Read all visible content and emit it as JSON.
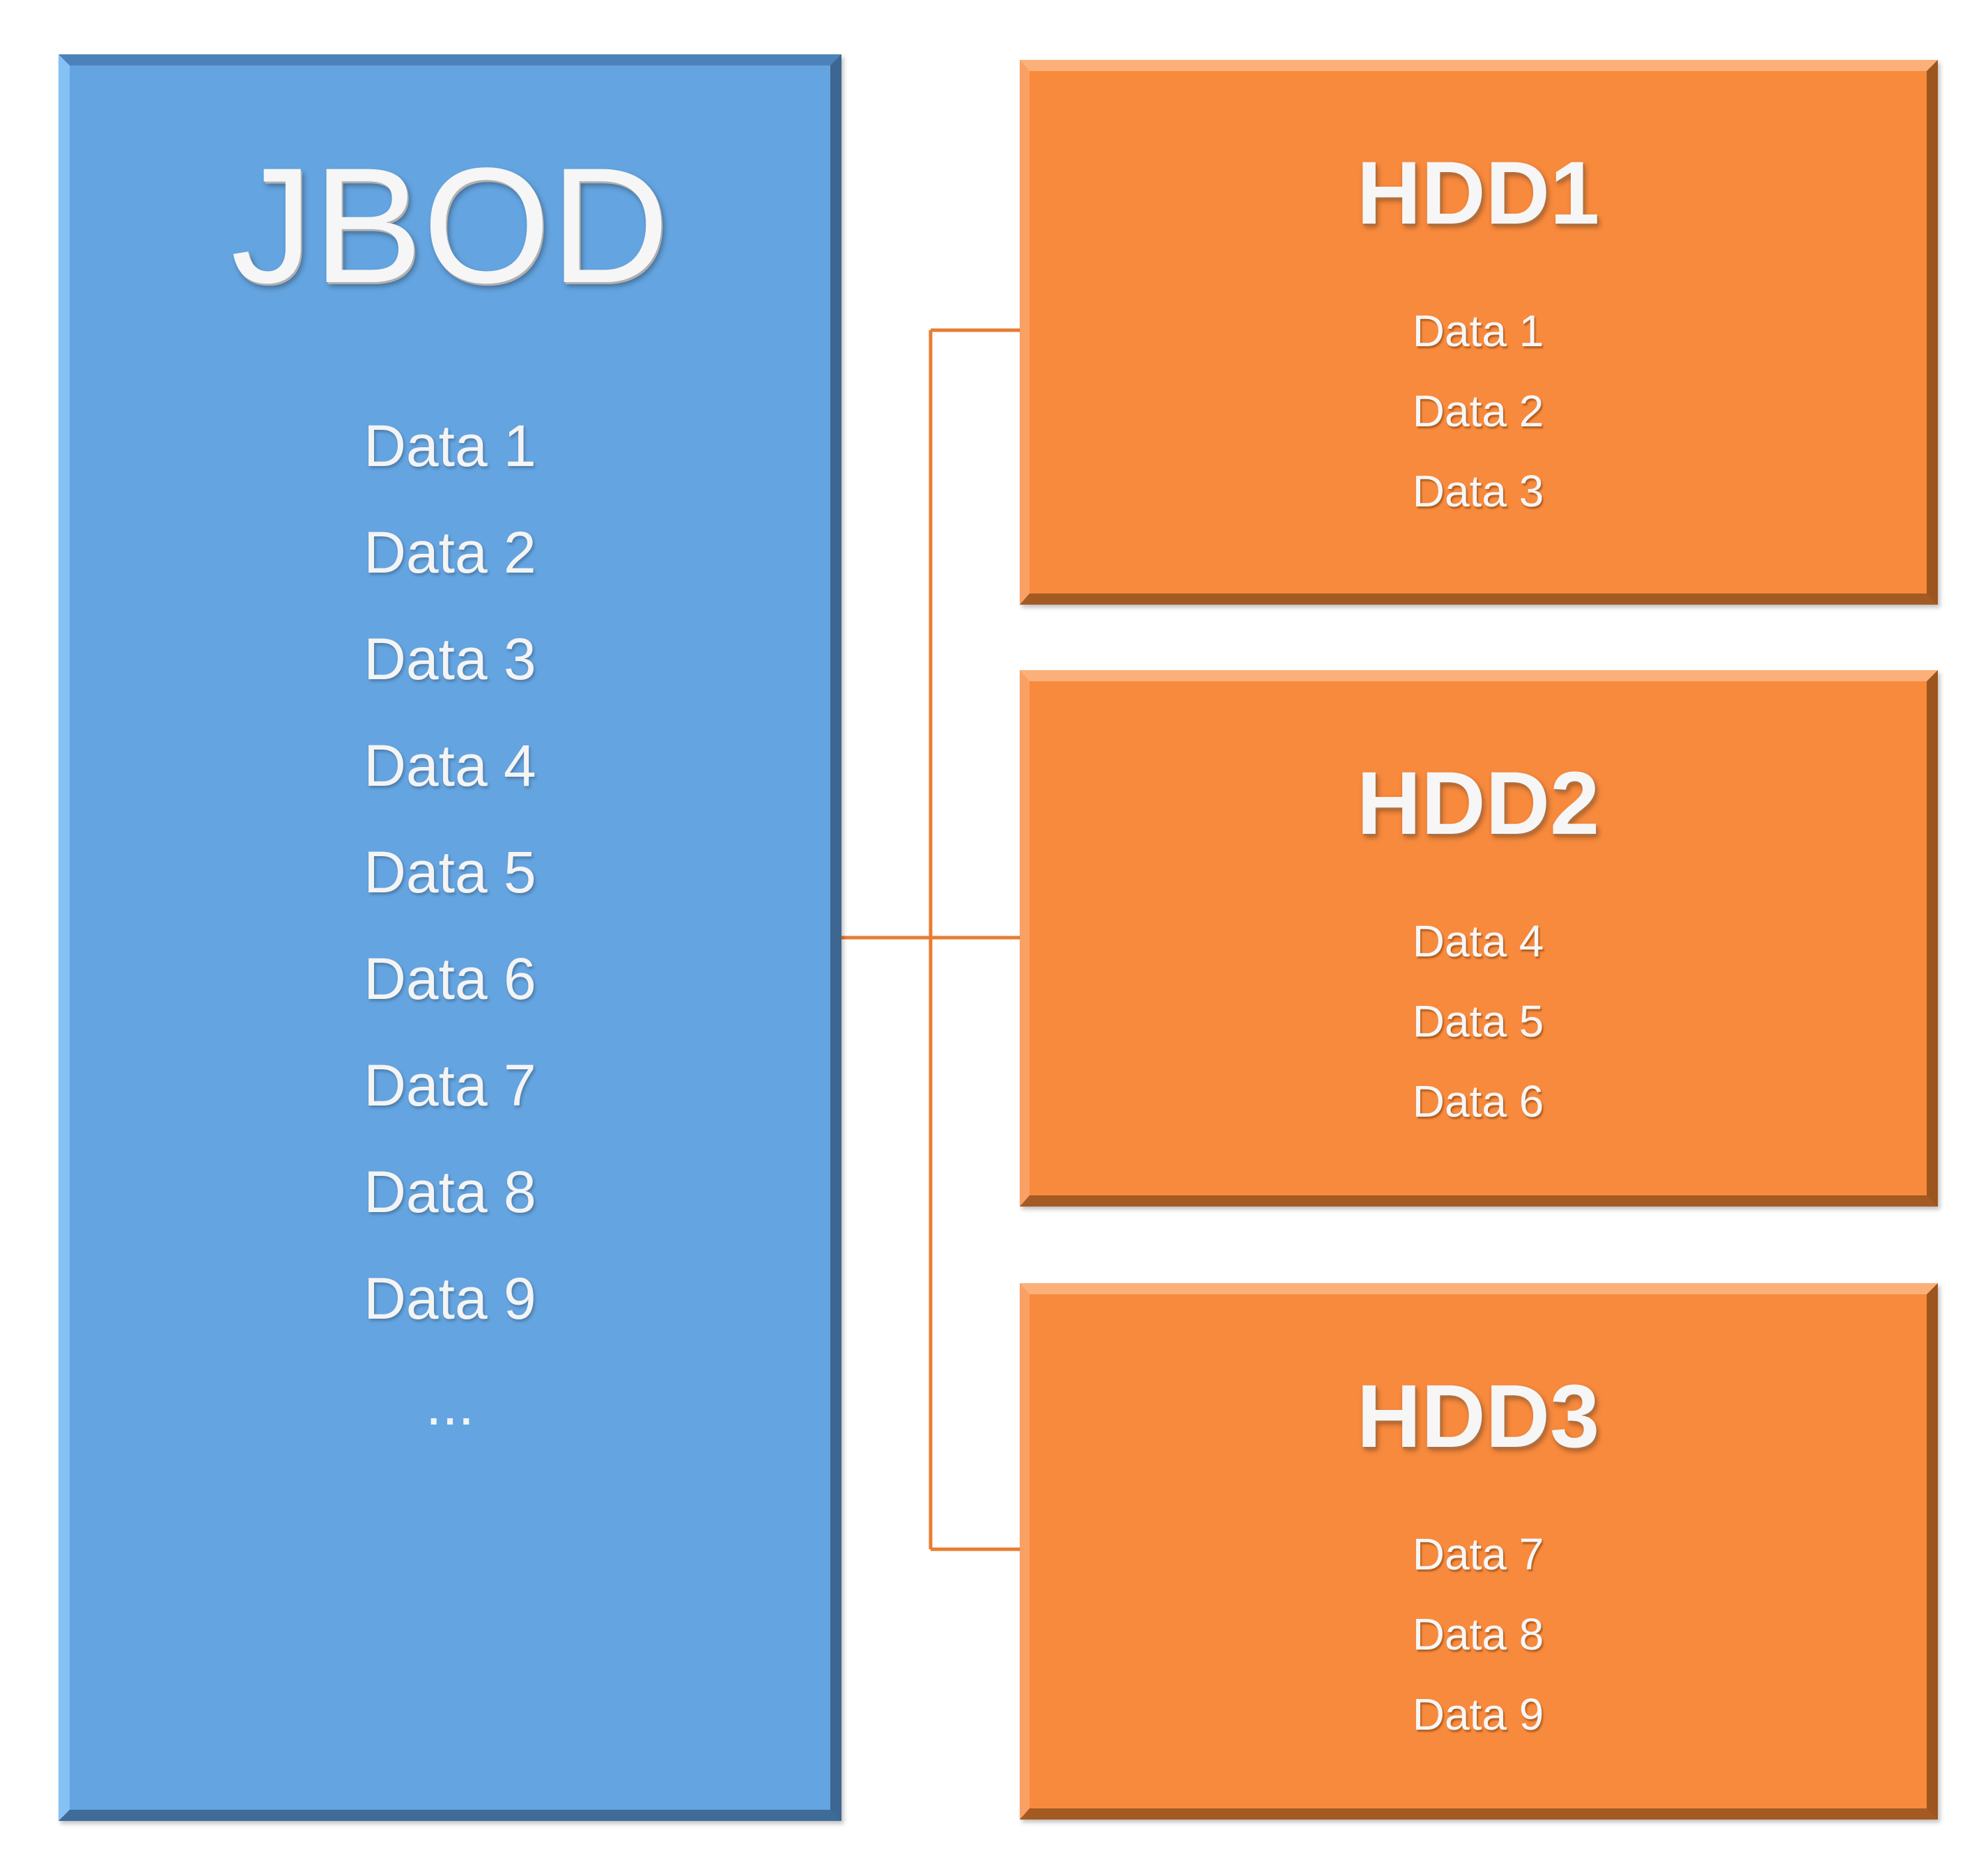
{
  "jbod": {
    "title": "JBOD",
    "items": [
      "Data 1",
      "Data 2",
      "Data 3",
      "Data 4",
      "Data 5",
      "Data 6",
      "Data 7",
      "Data 8",
      "Data 9"
    ],
    "ellipsis": "..."
  },
  "disks": [
    {
      "title": "HDD1",
      "items": [
        "Data 1",
        "Data 2",
        "Data 3"
      ]
    },
    {
      "title": "HDD2",
      "items": [
        "Data 4",
        "Data 5",
        "Data 6"
      ]
    },
    {
      "title": "HDD3",
      "items": [
        "Data 7",
        "Data 8",
        "Data 9"
      ]
    }
  ],
  "colors": {
    "jbod_fill": "#64a4e0",
    "hdd_fill": "#f88a3d",
    "connector": "#e87d32"
  }
}
